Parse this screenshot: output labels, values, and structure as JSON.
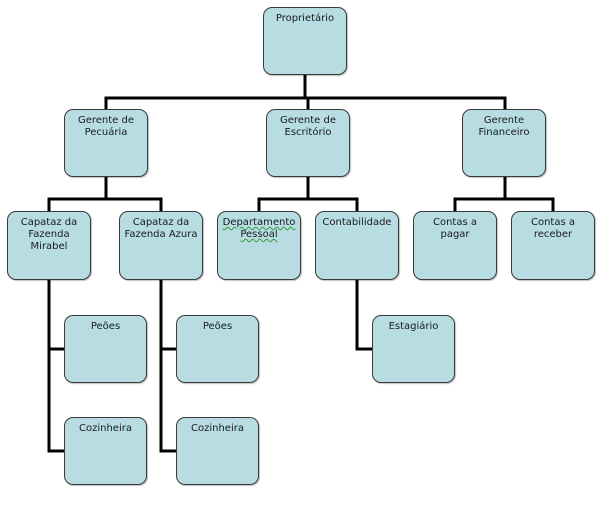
{
  "org_chart": {
    "nodes": {
      "owner": "Proprietário",
      "livestock_manager": "Gerente de\nPecuária",
      "office_manager": "Gerente de\nEscritório",
      "finance_manager": "Gerente\nFinanceiro",
      "foreman_mirabel": "Capataz da\nFazenda Mirabel",
      "foreman_azura": "Capataz da\nFazenda Azura",
      "personnel_dept": "Departamento\nPessoal",
      "accounting": "Contabilidade",
      "payables": "Contas a\npagar",
      "receivables": "Contas a\nreceber",
      "mirabel_workers": "Peões",
      "azura_workers": "Peões",
      "mirabel_cook": "Cozinheira",
      "azura_cook": "Cozinheira",
      "intern": "Estagiário"
    }
  },
  "colors": {
    "node_fill": "#b7dde3",
    "node_border": "#3a3a3a",
    "connector": "#000000"
  }
}
